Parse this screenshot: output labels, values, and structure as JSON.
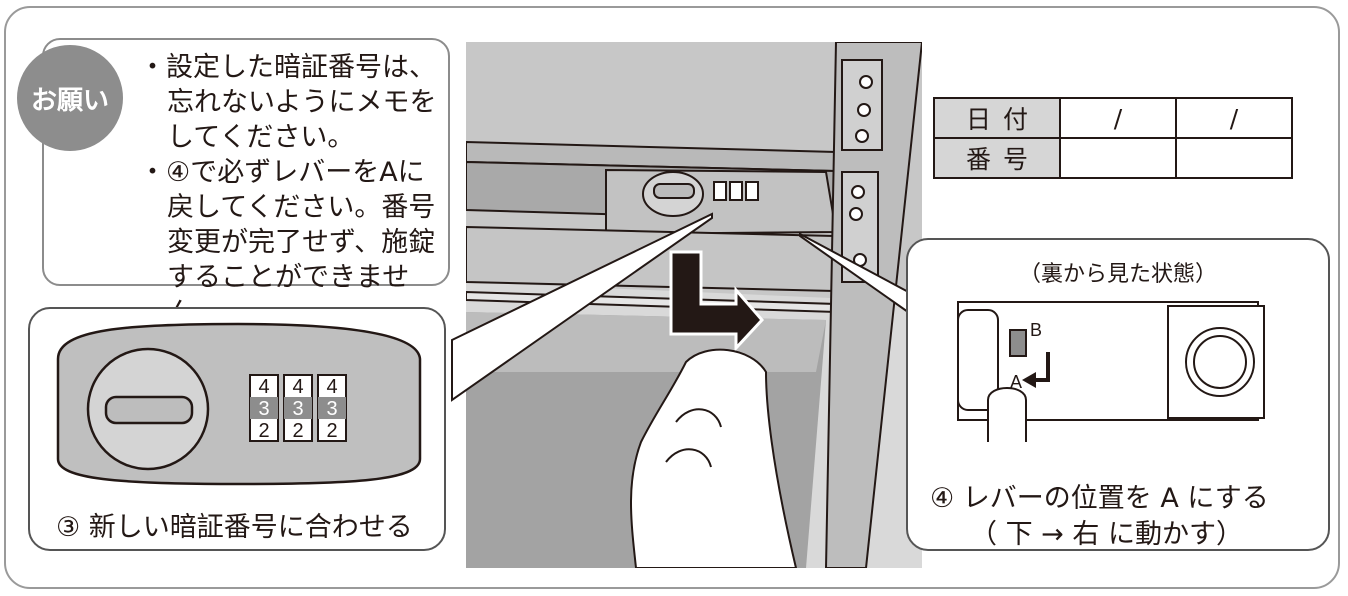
{
  "notice": {
    "badge": "お願い",
    "lines": [
      "・設定した暗証番号は、",
      "忘れないようにメモを",
      "してください。",
      "・④で必ずレバーをAに",
      "戻してください。番号",
      "変更が完了せず、施錠",
      "することができません。"
    ]
  },
  "dial_callout": {
    "digits": [
      [
        "4",
        "3",
        "2"
      ],
      [
        "4",
        "3",
        "2"
      ],
      [
        "4",
        "3",
        "2"
      ]
    ],
    "caption": "③ 新しい暗証番号に合わせる"
  },
  "memo_table": {
    "row1_label": "日付",
    "row2_label": "番号",
    "date_cells": [
      "/",
      "/"
    ],
    "number_cells": [
      "",
      ""
    ]
  },
  "back_view": {
    "title": "（裏から見た状態）",
    "label_b": "B",
    "label_a": "A",
    "caption_line1": "④ レバーの位置を A にする",
    "caption_line2": "（ 下 → 右 に動かす）"
  }
}
